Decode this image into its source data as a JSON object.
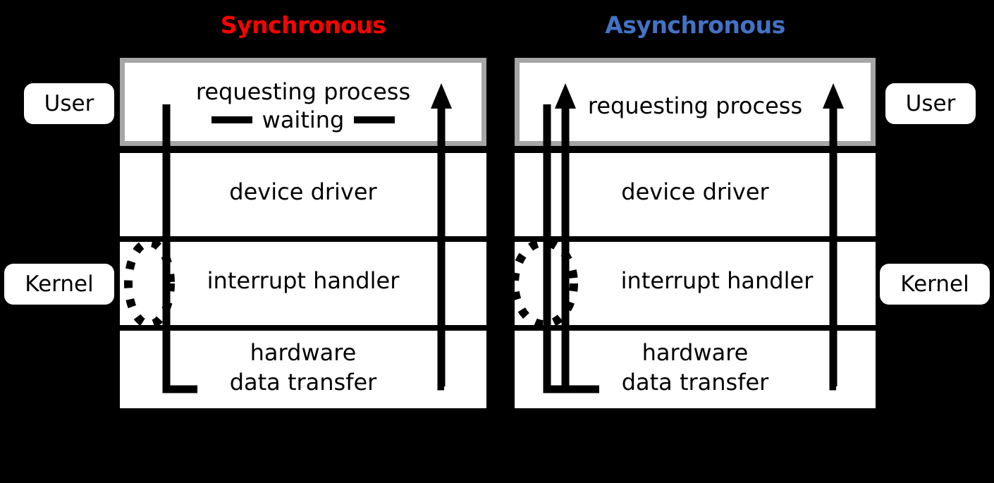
{
  "figure": {
    "background": "#000000",
    "title_sync": "Synchronous",
    "title_async": "Asynchronous",
    "color_sync_title": "#ff0000",
    "color_async_title": "#4472c4",
    "color_band_fill": "#ffffff",
    "color_user_frame": "#a6a6a6",
    "color_line": "#000000"
  },
  "side_labels": {
    "user_left": "User",
    "kernel_left": "Kernel",
    "user_right": "User",
    "kernel_right": "Kernel"
  },
  "panels": {
    "sync": {
      "title": "Synchronous",
      "bands": {
        "user": "requesting process",
        "waiting": "waiting",
        "driver": "device driver",
        "interrupt": "interrupt handler",
        "hardware_line1": "hardware",
        "hardware_line2": "data transfer"
      }
    },
    "async": {
      "title": "Asynchronous",
      "bands": {
        "user": "requesting process",
        "driver": "device driver",
        "interrupt": "interrupt handler",
        "hardware_line1": "hardware",
        "hardware_line2": "data transfer"
      }
    }
  },
  "layers": [
    "user",
    "device driver",
    "interrupt handler",
    "hardware data transfer"
  ]
}
